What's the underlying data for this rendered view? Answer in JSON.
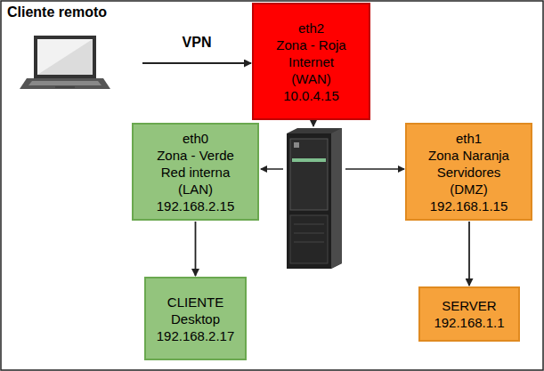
{
  "diagram": {
    "nodes": [
      {
        "text": [
          "Cliente remoto"
        ]
      },
      {
        "text": [
          "eth2",
          "Zona - Roja",
          "Internet",
          "(WAN)",
          "10.0.4.15"
        ]
      },
      {
        "text": [
          "eth0",
          "Zona - Verde",
          "Red interna",
          "(LAN)",
          "192.168.2.15"
        ]
      },
      {
        "text": [
          "eth1",
          "Zona Naranja",
          "Servidores",
          "(DMZ)",
          "192.168.1.15"
        ]
      },
      {
        "text": [
          "CLIENTE",
          "Desktop",
          "192.168.2.17"
        ]
      },
      {
        "text": [
          "SERVER",
          "192.168.1.1"
        ]
      }
    ],
    "edges": [
      {
        "from": 0,
        "to": 1,
        "label": "VPN",
        "arrow": "to"
      },
      {
        "from": 2,
        "to": 4,
        "arrow": "to"
      },
      {
        "from": 3,
        "to": 5,
        "arrow": "to"
      }
    ]
  }
}
